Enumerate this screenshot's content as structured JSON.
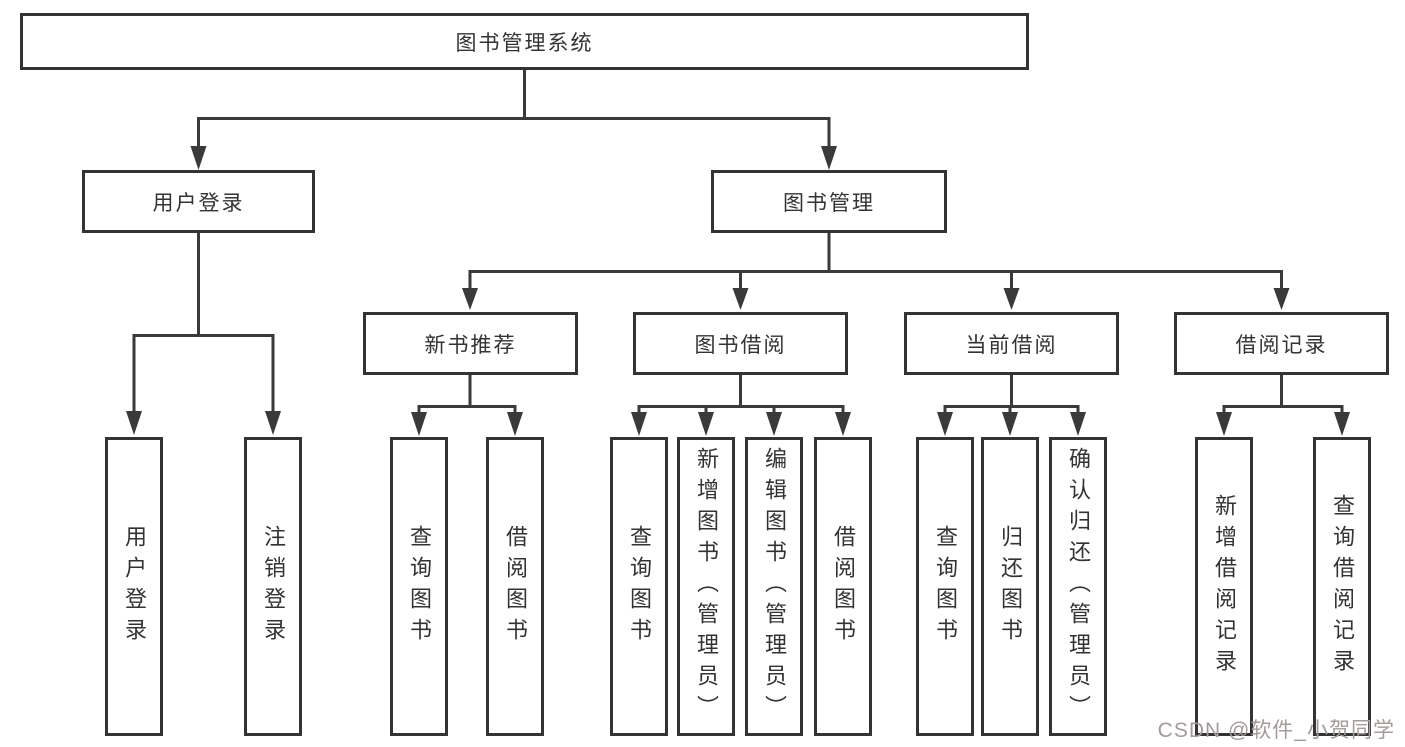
{
  "diagram": {
    "root": {
      "label": "图书管理系统"
    },
    "level1": [
      {
        "label": "用户登录"
      },
      {
        "label": "图书管理"
      }
    ],
    "level2": [
      {
        "label": "新书推荐"
      },
      {
        "label": "图书借阅"
      },
      {
        "label": "当前借阅"
      },
      {
        "label": "借阅记录"
      }
    ],
    "leaves": {
      "user_login": [
        "用户登录",
        "注销登录"
      ],
      "new_book_recommend": [
        "查询图书",
        "借阅图书"
      ],
      "book_borrow": [
        "查询图书",
        "新增图书（管理员）",
        "编辑图书（管理员）",
        "借阅图书"
      ],
      "current_borrow": [
        "查询图书",
        "归还图书",
        "确认归还（管理员）"
      ],
      "borrow_records": [
        "新增借阅记录",
        "查询借阅记录"
      ]
    },
    "colors": {
      "line": "#3a3a3a",
      "box_border": "#333333",
      "text": "#333333",
      "background": "#ffffff",
      "watermark": "#a39b99"
    },
    "watermark": {
      "text": "CSDN @软件_小贺同学"
    }
  }
}
